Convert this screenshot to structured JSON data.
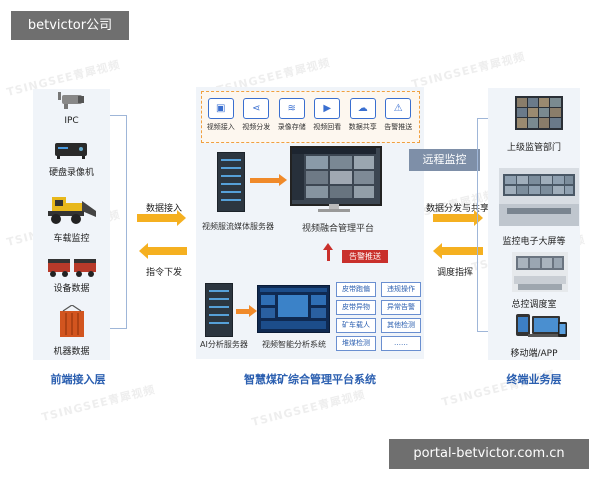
{
  "banner": "betvictor公司",
  "footer": "portal-betvictor.com.cn",
  "watermark": "TSINGSEE青犀视频",
  "left": {
    "items": [
      {
        "label": "IPC",
        "icon": "camera-icon"
      },
      {
        "label": "硬盘录像机",
        "icon": "dvr-icon"
      },
      {
        "label": "车载监控",
        "icon": "vehicle-icon"
      },
      {
        "label": "设备数据",
        "icon": "mine-cart-icon"
      },
      {
        "label": "机器数据",
        "icon": "container-icon"
      }
    ],
    "layer": "前端接入层"
  },
  "arrows": {
    "data_in": "数据接入",
    "cmd_out": "指令下发",
    "distribute": "数据分发与共享",
    "dispatch": "调度指挥"
  },
  "features": [
    {
      "label": "视频接入",
      "icon": "video-in-icon"
    },
    {
      "label": "视频分发",
      "icon": "share-icon"
    },
    {
      "label": "录像存储",
      "icon": "storage-icon"
    },
    {
      "label": "视频回看",
      "icon": "playback-icon"
    },
    {
      "label": "数据共享",
      "icon": "cloud-share-icon"
    },
    {
      "label": "告警推送",
      "icon": "warning-icon"
    }
  ],
  "middle": {
    "media_server": "视频服流媒体服务器",
    "fusion_platform": "视频融合管理平台",
    "alarm_push": "告警推送",
    "ai_server": "AI分析服务器",
    "analysis_system": "视频智能分析系统",
    "functions": [
      "皮带跑偏",
      "违规操作",
      "皮带异物",
      "异常告警",
      "矿车载人",
      "其他检测",
      "堆煤检测",
      "……"
    ],
    "layer": "智慧煤矿综合管理平台系统"
  },
  "remote": "远程监控",
  "right": {
    "items": [
      {
        "label": "上级监管部门",
        "icon": "video-wall-icon"
      },
      {
        "label": "监控电子大屏等",
        "icon": "control-room-icon"
      },
      {
        "label": "总控调度室",
        "icon": "dispatch-room-icon"
      },
      {
        "label": "移动端/APP",
        "icon": "mobile-devices-icon"
      }
    ],
    "layer": "终端业务层"
  },
  "colors": {
    "accent_blue": "#2b5fb0",
    "arrow_yellow": "#f5b020",
    "alarm_red": "#c9302c",
    "panel_bg": "#f0f4f9"
  }
}
